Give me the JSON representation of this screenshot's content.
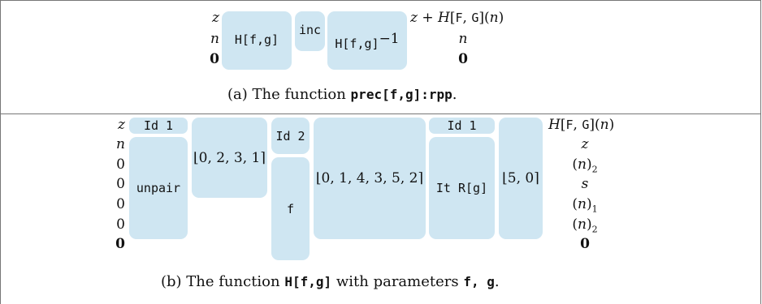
{
  "figure_a": {
    "inputs": [
      "z",
      "n",
      "0"
    ],
    "boxes": {
      "h1": "H[f,g]",
      "inc": "inc",
      "h_inv_base": "H[f,g]",
      "h_inv_exp": "−1"
    },
    "outputs": {
      "o1_prefix": "z + H[",
      "o1_F": "F",
      "o1_mid": ", ",
      "o1_G": "G",
      "o1_suffix": "](n)",
      "o2": "n",
      "o3": "0"
    },
    "caption": {
      "prefix": "(a) The function ",
      "code": "prec[f,g]:rpp",
      "suffix": "."
    }
  },
  "figure_b": {
    "inputs": [
      "z",
      "n",
      "0",
      "0",
      "0",
      "0",
      "0"
    ],
    "boxes": {
      "id1_top": "Id 1",
      "unpair": "unpair",
      "perm1": "⌊0, 2, 3, 1⌉",
      "id2": "Id 2",
      "f": "f",
      "perm2": "⌊0, 1, 4, 3, 5, 2⌉",
      "id1_second": "Id 1",
      "itr": "It R[g]",
      "perm3": "⌊5, 0⌉"
    },
    "outputs": {
      "o1_prefix": "H[",
      "o1_F": "F",
      "o1_mid": ", ",
      "o1_G": "G",
      "o1_suffix": "](n)",
      "o2": "z",
      "o3_base": "(n)",
      "o3_sub": "2",
      "o4": "s",
      "o5_base": "(n)",
      "o5_sub": "1",
      "o6_base": "(n)",
      "o6_sub": "2",
      "o7": "0"
    },
    "caption": {
      "prefix": "(b) The function ",
      "code1": "H[f,g]",
      "middle": " with parameters ",
      "code2": "f, g",
      "suffix": "."
    }
  }
}
